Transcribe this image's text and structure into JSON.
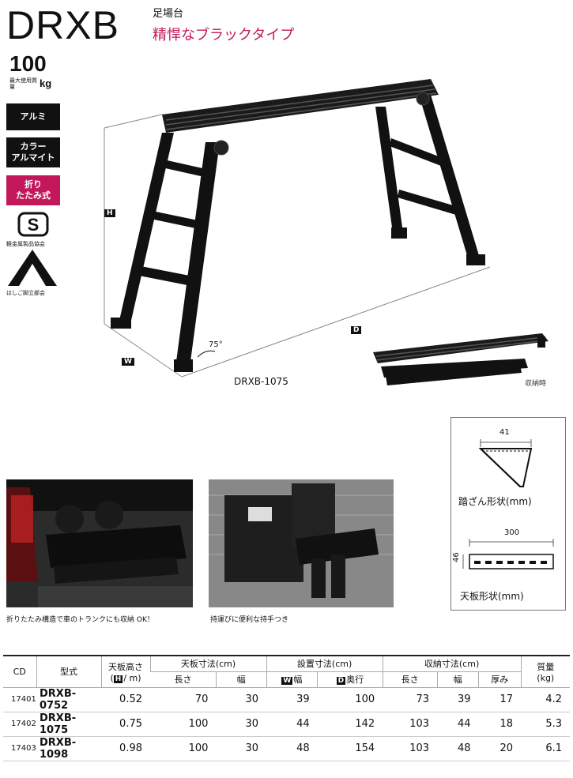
{
  "header": {
    "title": "DRXB",
    "category": "足場台",
    "tagline": "精悍なブラックタイプ"
  },
  "capacity": {
    "value": "100",
    "label": "最大使用質量",
    "unit": "kg"
  },
  "badges": [
    "アルミ",
    "カラーアルマイト",
    "折りたたみ式"
  ],
  "badge_lines": {
    "b2": [
      "カラー",
      "アルマイト"
    ],
    "b3": [
      "折り",
      "たたみ式"
    ]
  },
  "certifications": [
    {
      "label": "軽金属製品協会"
    },
    {
      "label": "はしご脚立部会"
    }
  ],
  "main_figure": {
    "dim_h": "H",
    "dim_w": "W",
    "dim_d": "D",
    "angle": "75°",
    "model": "DRXB-1075",
    "stowed_caption": "収納時"
  },
  "photos": [
    {
      "caption": "折りたたみ構造で車のトランクにも収納 OK！"
    },
    {
      "caption": "持運びに便利な持手つき"
    }
  ],
  "diagrams": {
    "step_width": "41",
    "step_label": "踏ざん形状(mm)",
    "top_width": "300",
    "top_height": "46",
    "top_label": "天板形状(mm)"
  },
  "table": {
    "headers": {
      "cd": "CD",
      "model": "型式",
      "top_height": "天板高さ",
      "top_height_unit": "/ m)",
      "top_height_prefix": "(",
      "top_size": "天板寸法(cm)",
      "install": "設置寸法(cm)",
      "storage": "収納寸法(cm)",
      "weight": "質量",
      "weight_unit": "(kg)",
      "length": "長さ",
      "width": "幅",
      "w_width": "幅",
      "d_depth": "奥行",
      "s_length": "長さ",
      "s_width": "幅",
      "thickness": "厚み",
      "icon_h": "H",
      "icon_w": "W",
      "icon_d": "D"
    },
    "rows": [
      {
        "cd": "17401",
        "model": "DRXB-0752",
        "height": "0.52",
        "len": "70",
        "wid": "30",
        "w": "39",
        "d": "100",
        "sl": "73",
        "sw": "39",
        "st": "17",
        "kg": "4.2"
      },
      {
        "cd": "17402",
        "model": "DRXB-1075",
        "height": "0.75",
        "len": "100",
        "wid": "30",
        "w": "44",
        "d": "142",
        "sl": "103",
        "sw": "44",
        "st": "18",
        "kg": "5.3"
      },
      {
        "cd": "17403",
        "model": "DRXB-1098",
        "height": "0.98",
        "len": "100",
        "wid": "30",
        "w": "48",
        "d": "154",
        "sl": "103",
        "sw": "48",
        "st": "20",
        "kg": "6.1"
      }
    ]
  }
}
